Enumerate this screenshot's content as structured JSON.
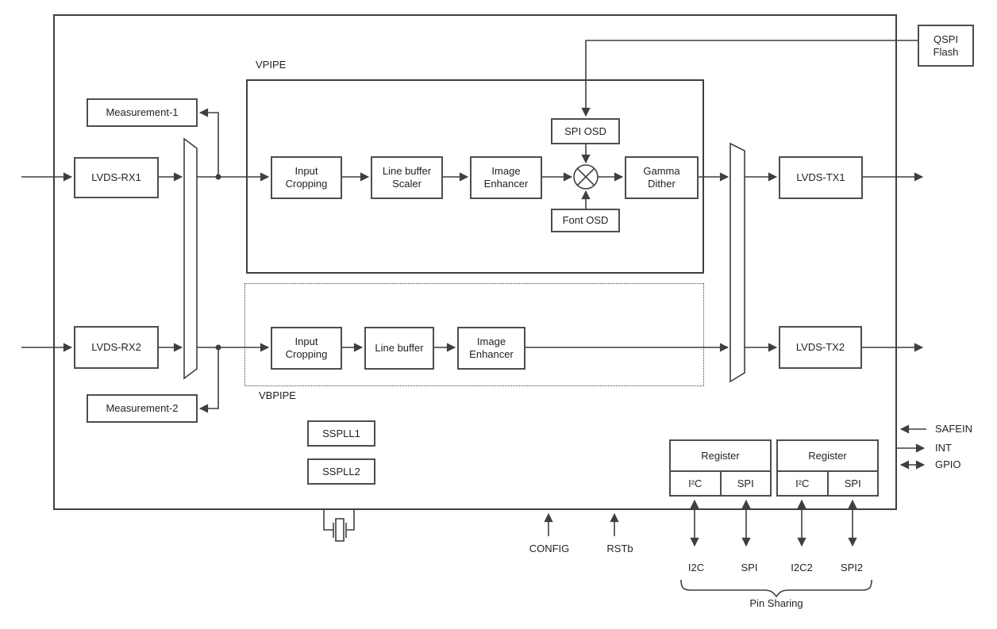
{
  "chip": {
    "pipes": {
      "vpipe_label": "VPIPE",
      "vbpipe_label": "VBPIPE"
    },
    "blocks": {
      "measurement1": "Measurement-1",
      "measurement2": "Measurement-2",
      "lvds_rx1": "LVDS-RX1",
      "lvds_rx2": "LVDS-RX2",
      "lvds_tx1": "LVDS-TX1",
      "lvds_tx2": "LVDS-TX2",
      "input_cropping1": "Input Cropping",
      "line_buffer_scaler": "Line buffer Scaler",
      "image_enhancer1": "Image Enhancer",
      "spi_osd": "SPI OSD",
      "font_osd": "Font OSD",
      "gamma_dither": "Gamma Dither",
      "input_cropping2": "Input Cropping",
      "line_buffer": "Line buffer",
      "image_enhancer2": "Image Enhancer",
      "sspll1": "SSPLL1",
      "sspll2": "SSPLL2"
    },
    "control": {
      "register1": {
        "title": "Register",
        "i2c": "I²C",
        "spi": "SPI"
      },
      "register2": {
        "title": "Register",
        "i2c": "I²C",
        "spi": "SPI"
      }
    }
  },
  "external": {
    "qspi_flash": "QSPI Flash"
  },
  "pins": {
    "config": "CONFIG",
    "rstb": "RSTb",
    "i2c": "I2C",
    "spi": "SPI",
    "i2c2": "I2C2",
    "spi2": "SPI2",
    "pin_sharing": "Pin Sharing",
    "safein": "SAFEIN",
    "int": "INT",
    "gpio": "GPIO"
  },
  "colors": {
    "line": "#3f3f41",
    "box_border": "#4d4d4f",
    "text": "#231f20",
    "background": "#ffffff"
  }
}
